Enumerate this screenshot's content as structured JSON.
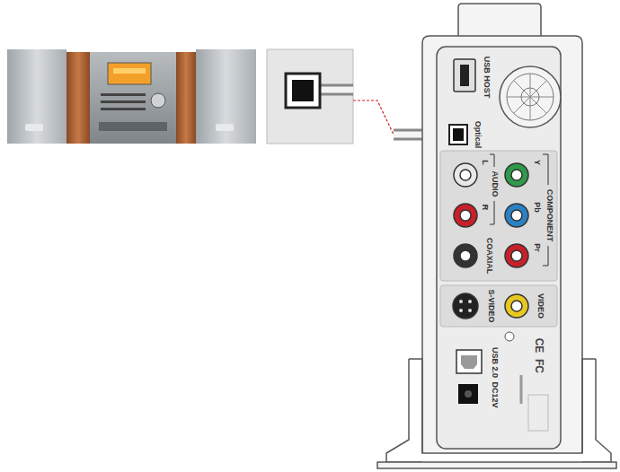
{
  "diagram": {
    "labels": [
      "USB HOST",
      "Optical",
      "L",
      "AUDIO",
      "R",
      "Y",
      "COMPONENT",
      "Pb",
      "Pr",
      "COAXIAL",
      "S-VIDEO",
      "VIDEO",
      "USB 2.0",
      "DC12V",
      "CE",
      "FC"
    ]
  }
}
